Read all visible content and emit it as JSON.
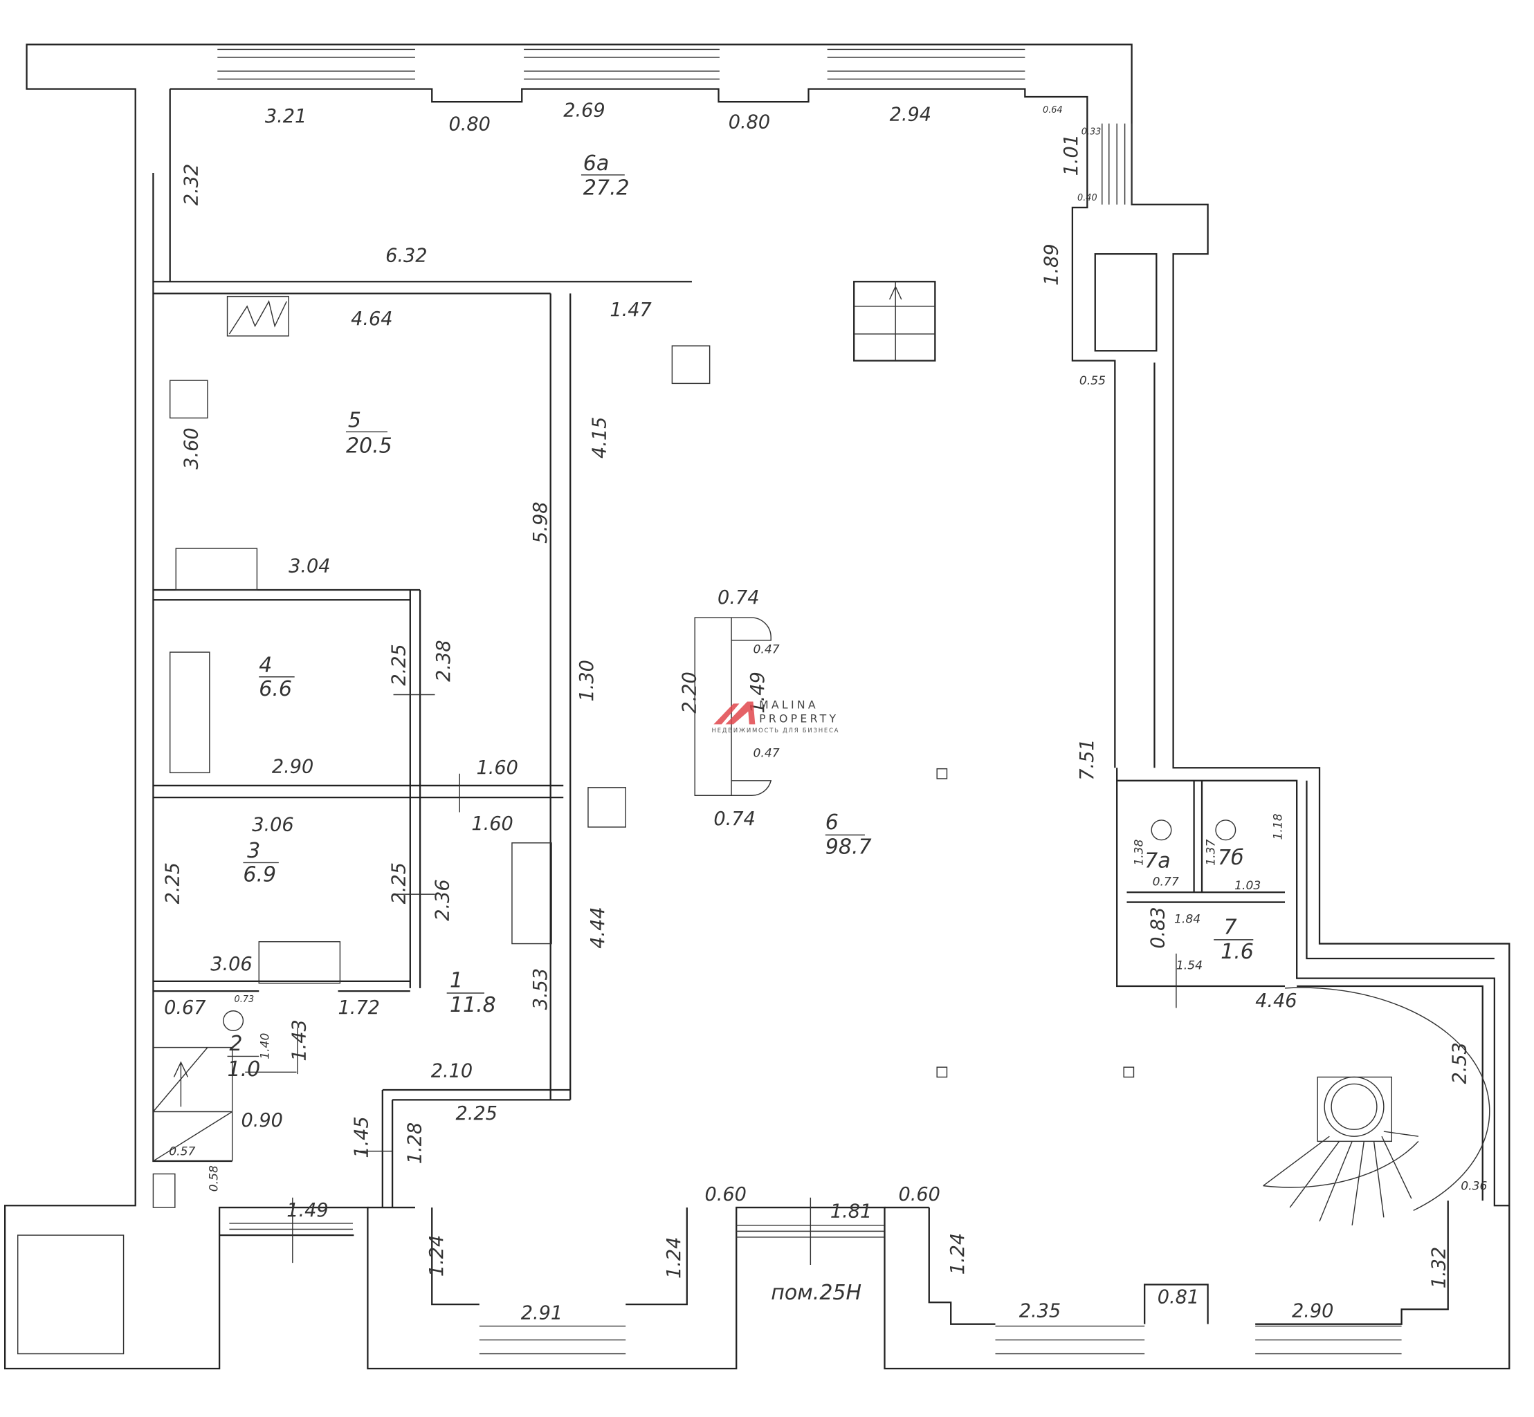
{
  "plan": {
    "corridor_label": "пом.25Н",
    "rooms": [
      {
        "number": "6а",
        "area": "27.2"
      },
      {
        "number": "5",
        "area": "20.5"
      },
      {
        "number": "4",
        "area": "6.6"
      },
      {
        "number": "3",
        "area": "6.9"
      },
      {
        "number": "1",
        "area": "11.8"
      },
      {
        "number": "2",
        "area": "1.0"
      },
      {
        "number": "6",
        "area": "98.7"
      },
      {
        "number": "7а"
      },
      {
        "number": "7б"
      },
      {
        "number": "7",
        "area": "1.6"
      }
    ],
    "dims": [
      "3.21",
      "0.80",
      "2.69",
      "0.80",
      "2.94",
      "6.32",
      "4.64",
      "1.47",
      "3.04",
      "2.90",
      "1.60",
      "3.06",
      "1.60",
      "3.06",
      "0.67",
      "1.72",
      "2.10",
      "2.25",
      "0.90",
      "0.57",
      "1.49",
      "0.60",
      "1.81",
      "0.60",
      "2.91",
      "2.35",
      "0.81",
      "2.90",
      "0.74",
      "0.74",
      "0.47",
      "0.47",
      "0.55",
      "4.46",
      "1.54",
      "1.84",
      "0.77",
      "1.03",
      "0.36",
      "0.64",
      "0.33",
      "0.40",
      "0.73",
      "2.32",
      "3.60",
      "5.98",
      "4.15",
      "2.25",
      "2.38",
      "1.30",
      "2.20",
      "1.49",
      "7.51",
      "2.25",
      "2.25",
      "2.36",
      "4.44",
      "3.53",
      "1.43",
      "1.40",
      "1.45",
      "1.28",
      "0.58",
      "1.24",
      "1.24",
      "1.24",
      "1.32",
      "2.53",
      "1.01",
      "1.89",
      "1.38",
      "1.37",
      "1.18",
      "0.83"
    ]
  },
  "watermark": {
    "line1": "MALINA",
    "line2": "PROPERTY",
    "tagline": "НЕДВИЖИМОСТЬ ДЛЯ БИЗНЕСА",
    "color": "#e0474c"
  }
}
